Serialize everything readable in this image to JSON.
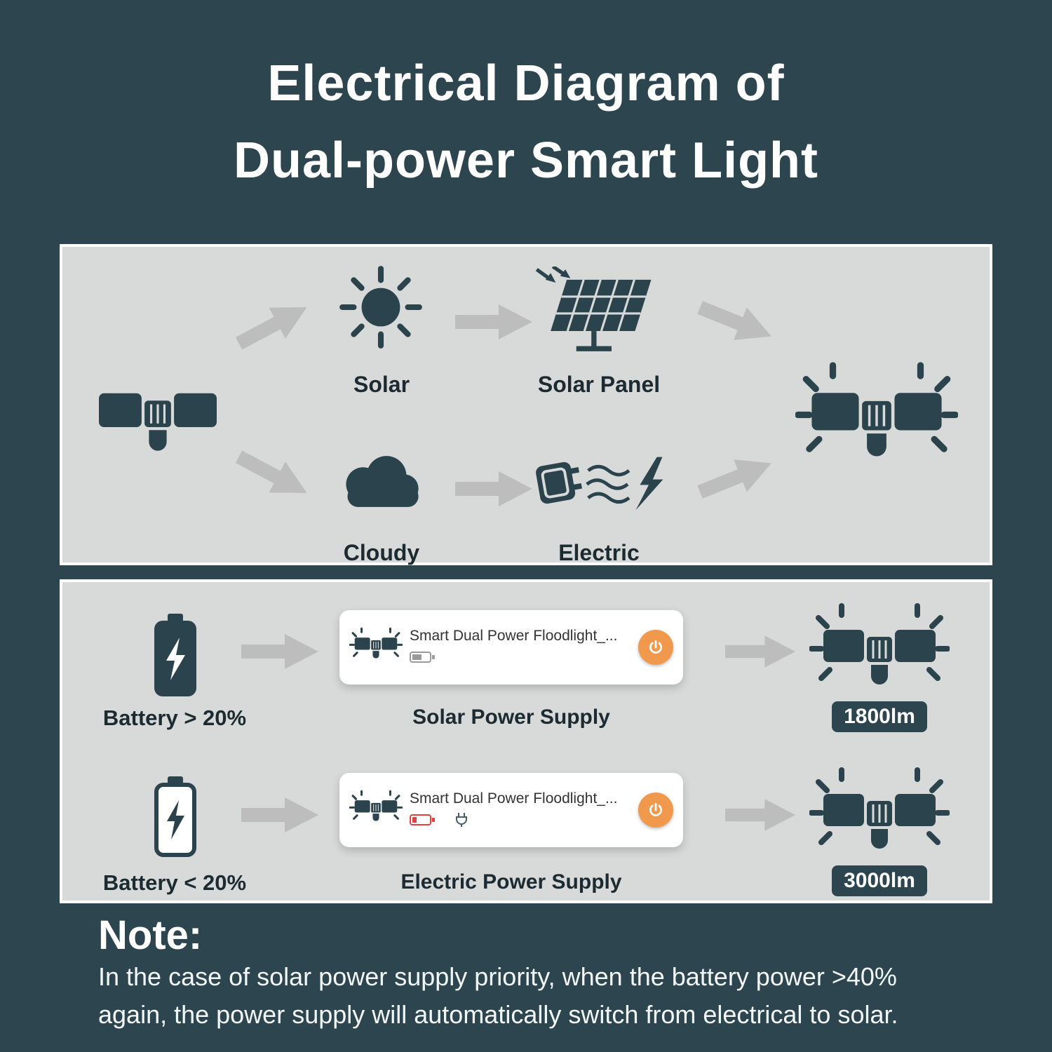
{
  "title": {
    "line1": "Electrical Diagram of",
    "line2": "Dual-power Smart Light"
  },
  "colors": {
    "background": "#2c454e",
    "panel": "#d8d9d9",
    "icon_teal": "#2a434c",
    "arrow_gray": "#bdbdbd",
    "accent_orange": "#f0994d",
    "alert_red": "#e54040",
    "badge_bg": "#2c454e"
  },
  "flow": {
    "source_icon": "floodlight-icon",
    "solar_label": "Solar",
    "solar_panel_label": "Solar Panel",
    "cloudy_label": "Cloudy",
    "electric_label": "Electric",
    "result_icon": "glowing-floodlight-icon"
  },
  "power_modes": {
    "rows": [
      {
        "battery_label": "Battery > 20%",
        "card": {
          "title": "Smart Dual Power Floodlight_...",
          "status_icons": [
            "battery-level-icon"
          ],
          "power_button": "power-icon"
        },
        "supply_label": "Solar Power Supply",
        "lumen": "1800lm"
      },
      {
        "battery_label": "Battery < 20%",
        "card": {
          "title": "Smart Dual Power Floodlight_...",
          "status_icons": [
            "low-battery-icon",
            "plug-icon"
          ],
          "power_button": "power-icon"
        },
        "supply_label": "Electric Power Supply",
        "lumen": "3000lm"
      }
    ]
  },
  "note": {
    "heading": "Note:",
    "line1": "In the case of solar power supply priority, when the battery power >40%",
    "line2": "again, the power supply will automatically switch from electrical to solar."
  }
}
